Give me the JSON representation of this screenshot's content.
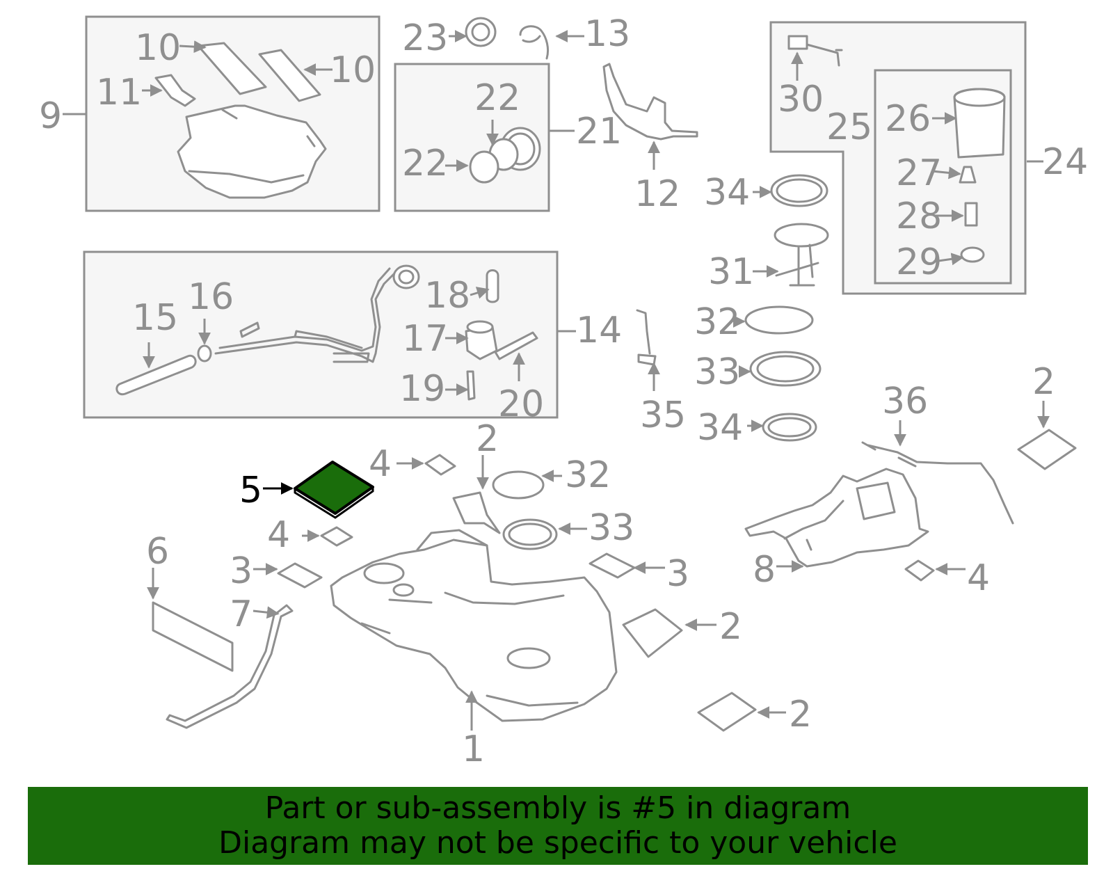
{
  "highlight_color": "#1a6d0b",
  "text_color": "#8f8f8f",
  "highlighted_part": "5",
  "callouts": {
    "c1": "1",
    "c2a": "2",
    "c2b": "2",
    "c2c": "2",
    "c2d": "2",
    "c3a": "3",
    "c3b": "3",
    "c4a": "4",
    "c4b": "4",
    "c4c": "4",
    "c5": "5",
    "c6": "6",
    "c7": "7",
    "c8": "8",
    "c9": "9",
    "c10a": "10",
    "c10b": "10",
    "c11": "11",
    "c12": "12",
    "c13": "13",
    "c14": "14",
    "c15": "15",
    "c16": "16",
    "c17": "17",
    "c18": "18",
    "c19": "19",
    "c20": "20",
    "c21": "21",
    "c22a": "22",
    "c22b": "22",
    "c23": "23",
    "c24": "24",
    "c25": "25",
    "c26": "26",
    "c27": "27",
    "c28": "28",
    "c29": "29",
    "c30": "30",
    "c31": "31",
    "c32a": "32",
    "c32b": "32",
    "c33a": "33",
    "c33b": "33",
    "c34a": "34",
    "c34b": "34",
    "c35": "35",
    "c36": "36"
  },
  "banner": {
    "line1": "Part or sub-assembly is #5 in diagram",
    "line2": "Diagram may not be specific to your vehicle"
  }
}
